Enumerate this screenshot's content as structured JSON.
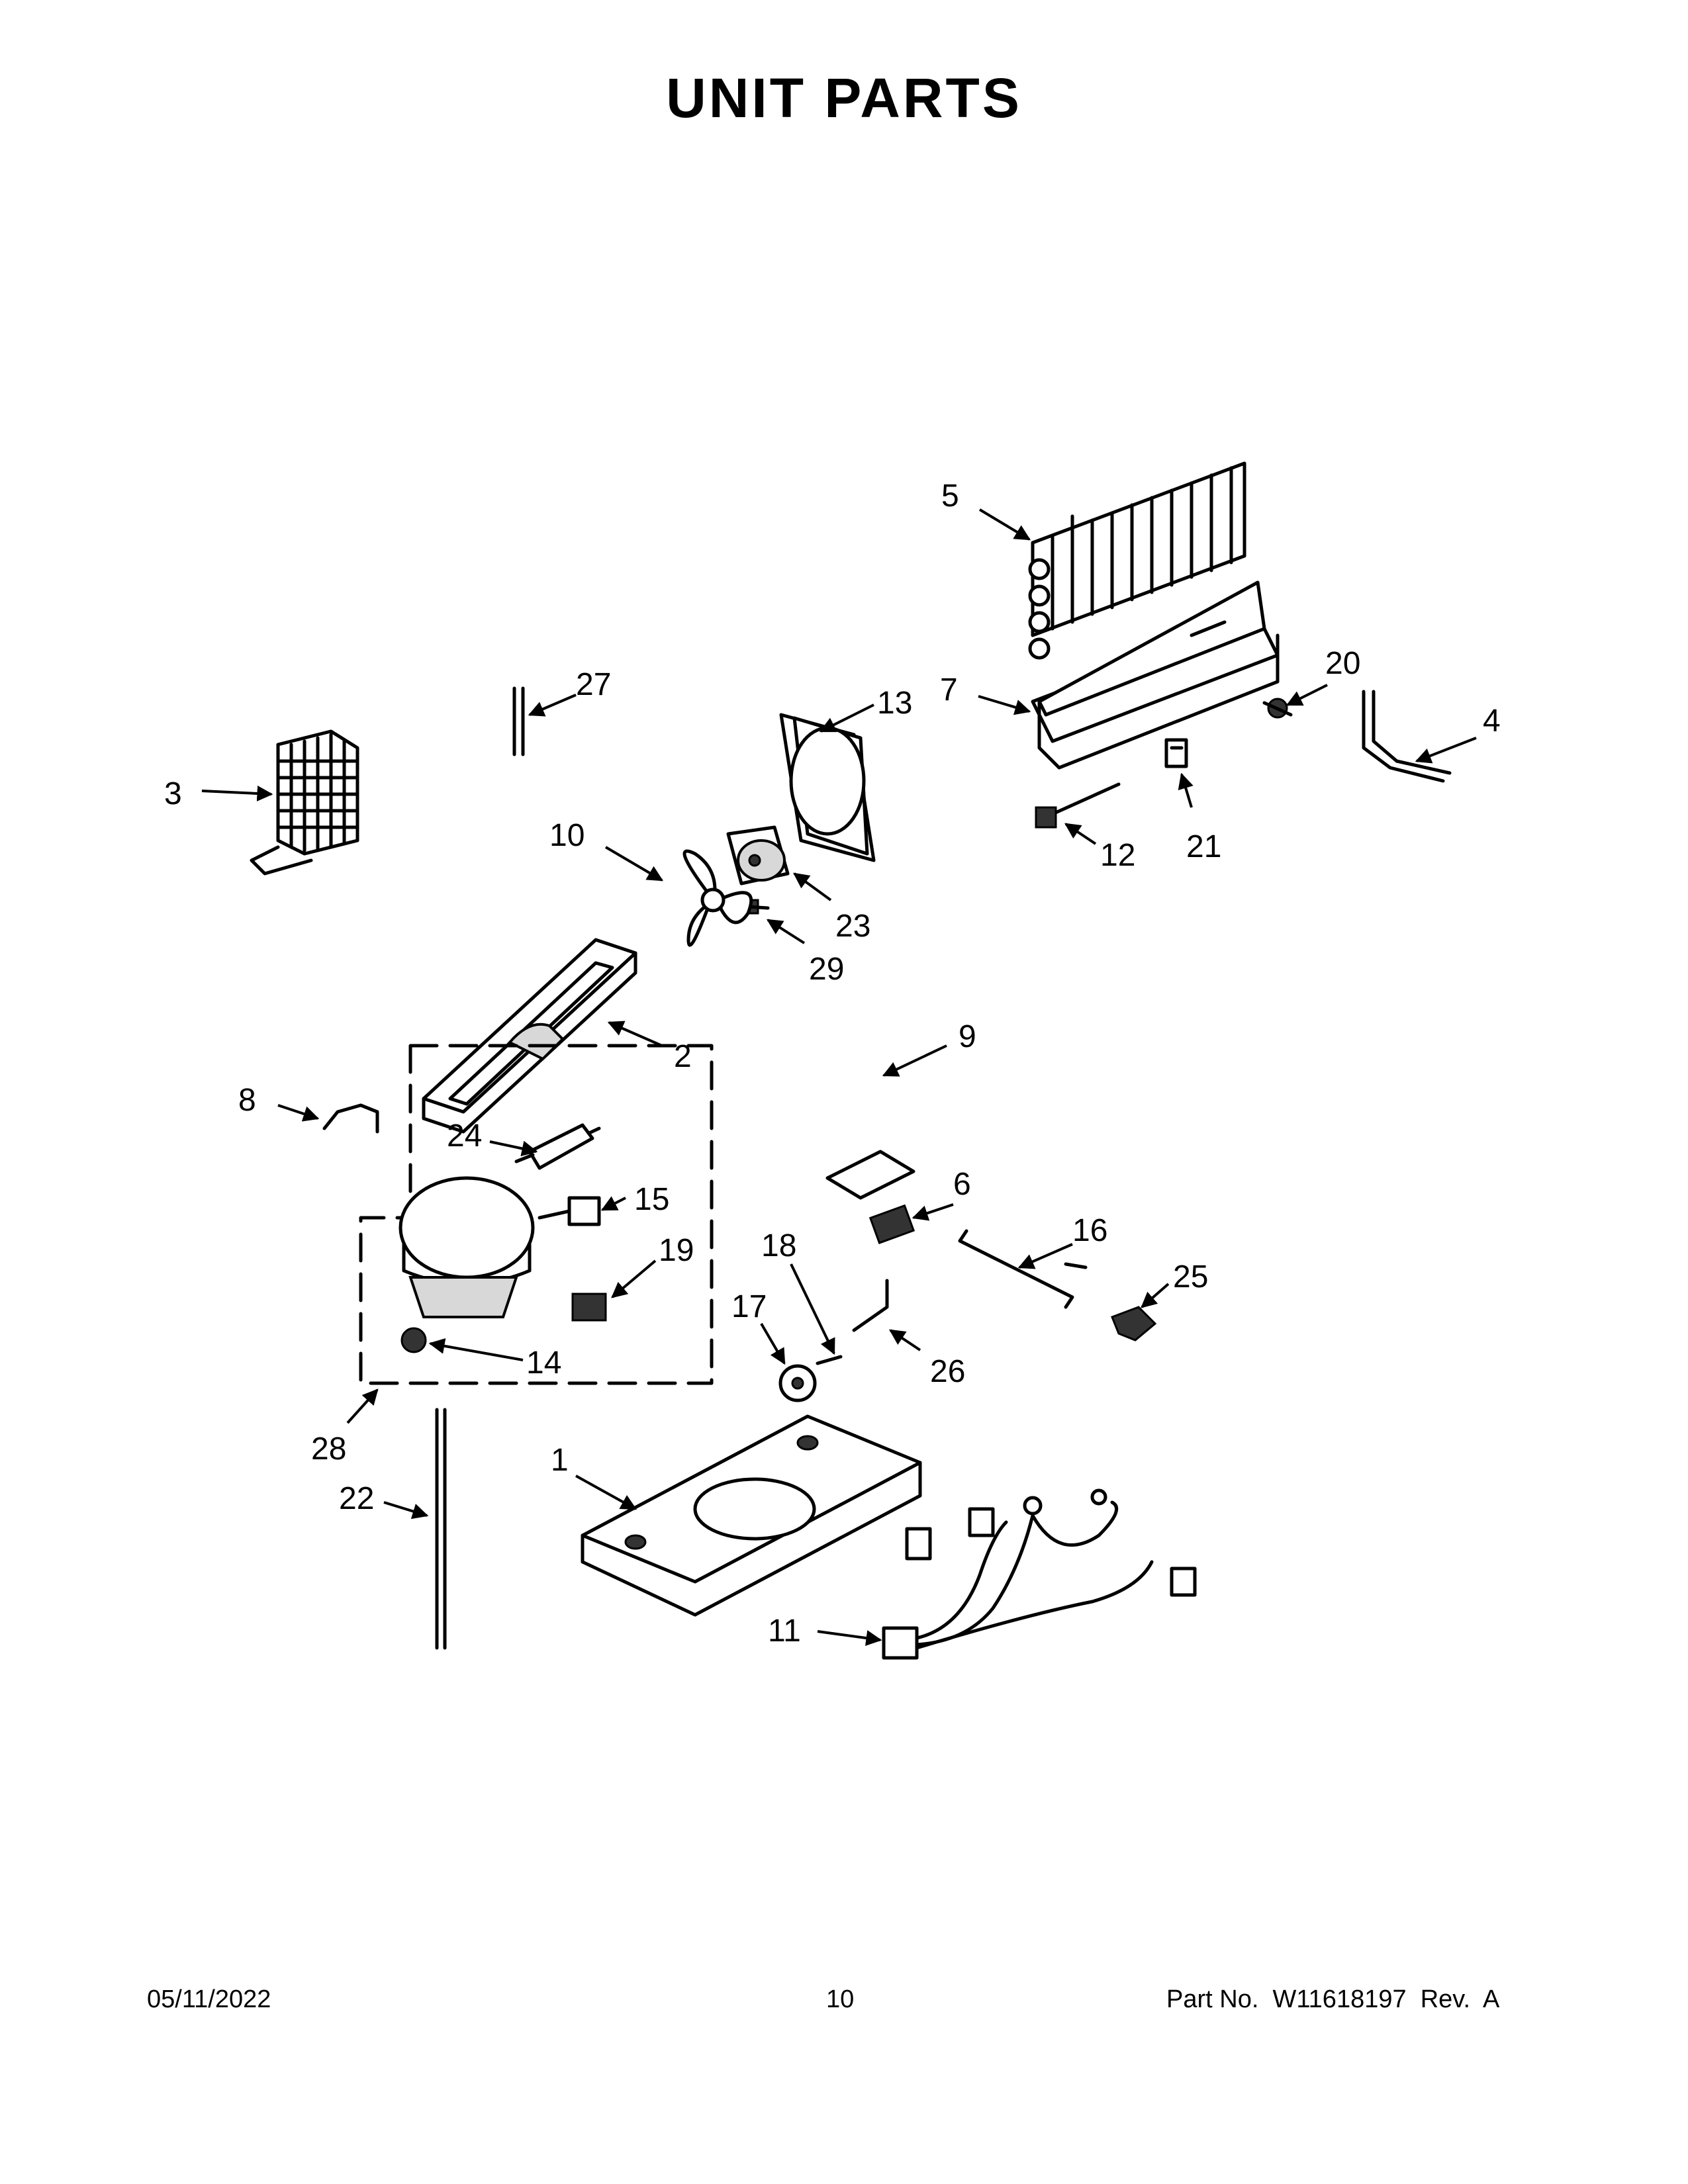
{
  "title": "UNIT PARTS",
  "footer": {
    "date": "05/11/2022",
    "page": "10",
    "part_number": "Part No.  W11618197  Rev.  A"
  },
  "callouts": [
    "1",
    "2",
    "3",
    "4",
    "5",
    "6",
    "7",
    "8",
    "9",
    "10",
    "11",
    "12",
    "13",
    "14",
    "15",
    "16",
    "17",
    "18",
    "19",
    "20",
    "21",
    "22",
    "23",
    "24",
    "25",
    "26",
    "27",
    "28",
    "29"
  ]
}
